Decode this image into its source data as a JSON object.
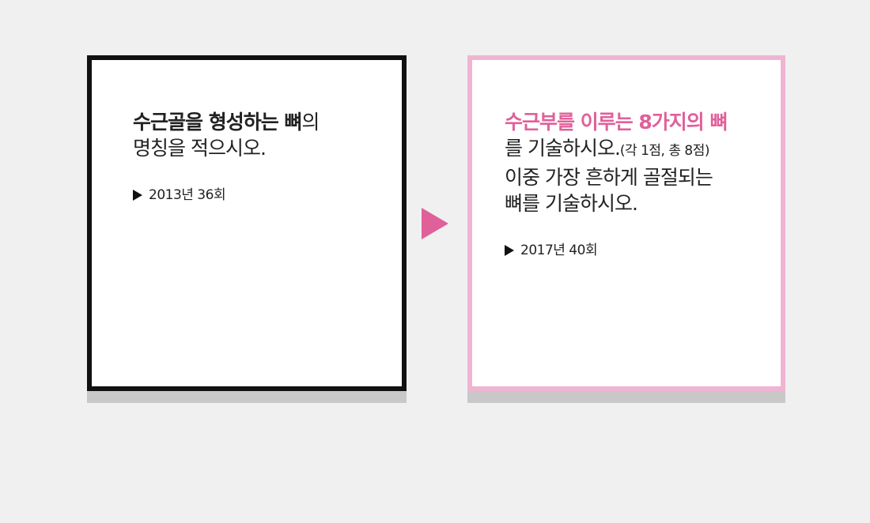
{
  "left_card": {
    "line1_bold": "수근골을 형성하는 뼈",
    "line1_rest": "의",
    "line2": "명칭을 적으시오.",
    "source": "2013년 36회"
  },
  "right_card": {
    "line1_pink": "수근부를 이루는 8가지의 뼈",
    "line2_main": "를 기술하시오.",
    "line2_note": "(각 1점, 총 8점)",
    "line3": "이중 가장 흔하게 골절되는",
    "line4": "뼈를 기술하시오.",
    "source": "2017년 40회"
  },
  "colors": {
    "accent_pink": "#e0609a",
    "pink_border": "#f0b4d2",
    "black_border": "#111111"
  }
}
